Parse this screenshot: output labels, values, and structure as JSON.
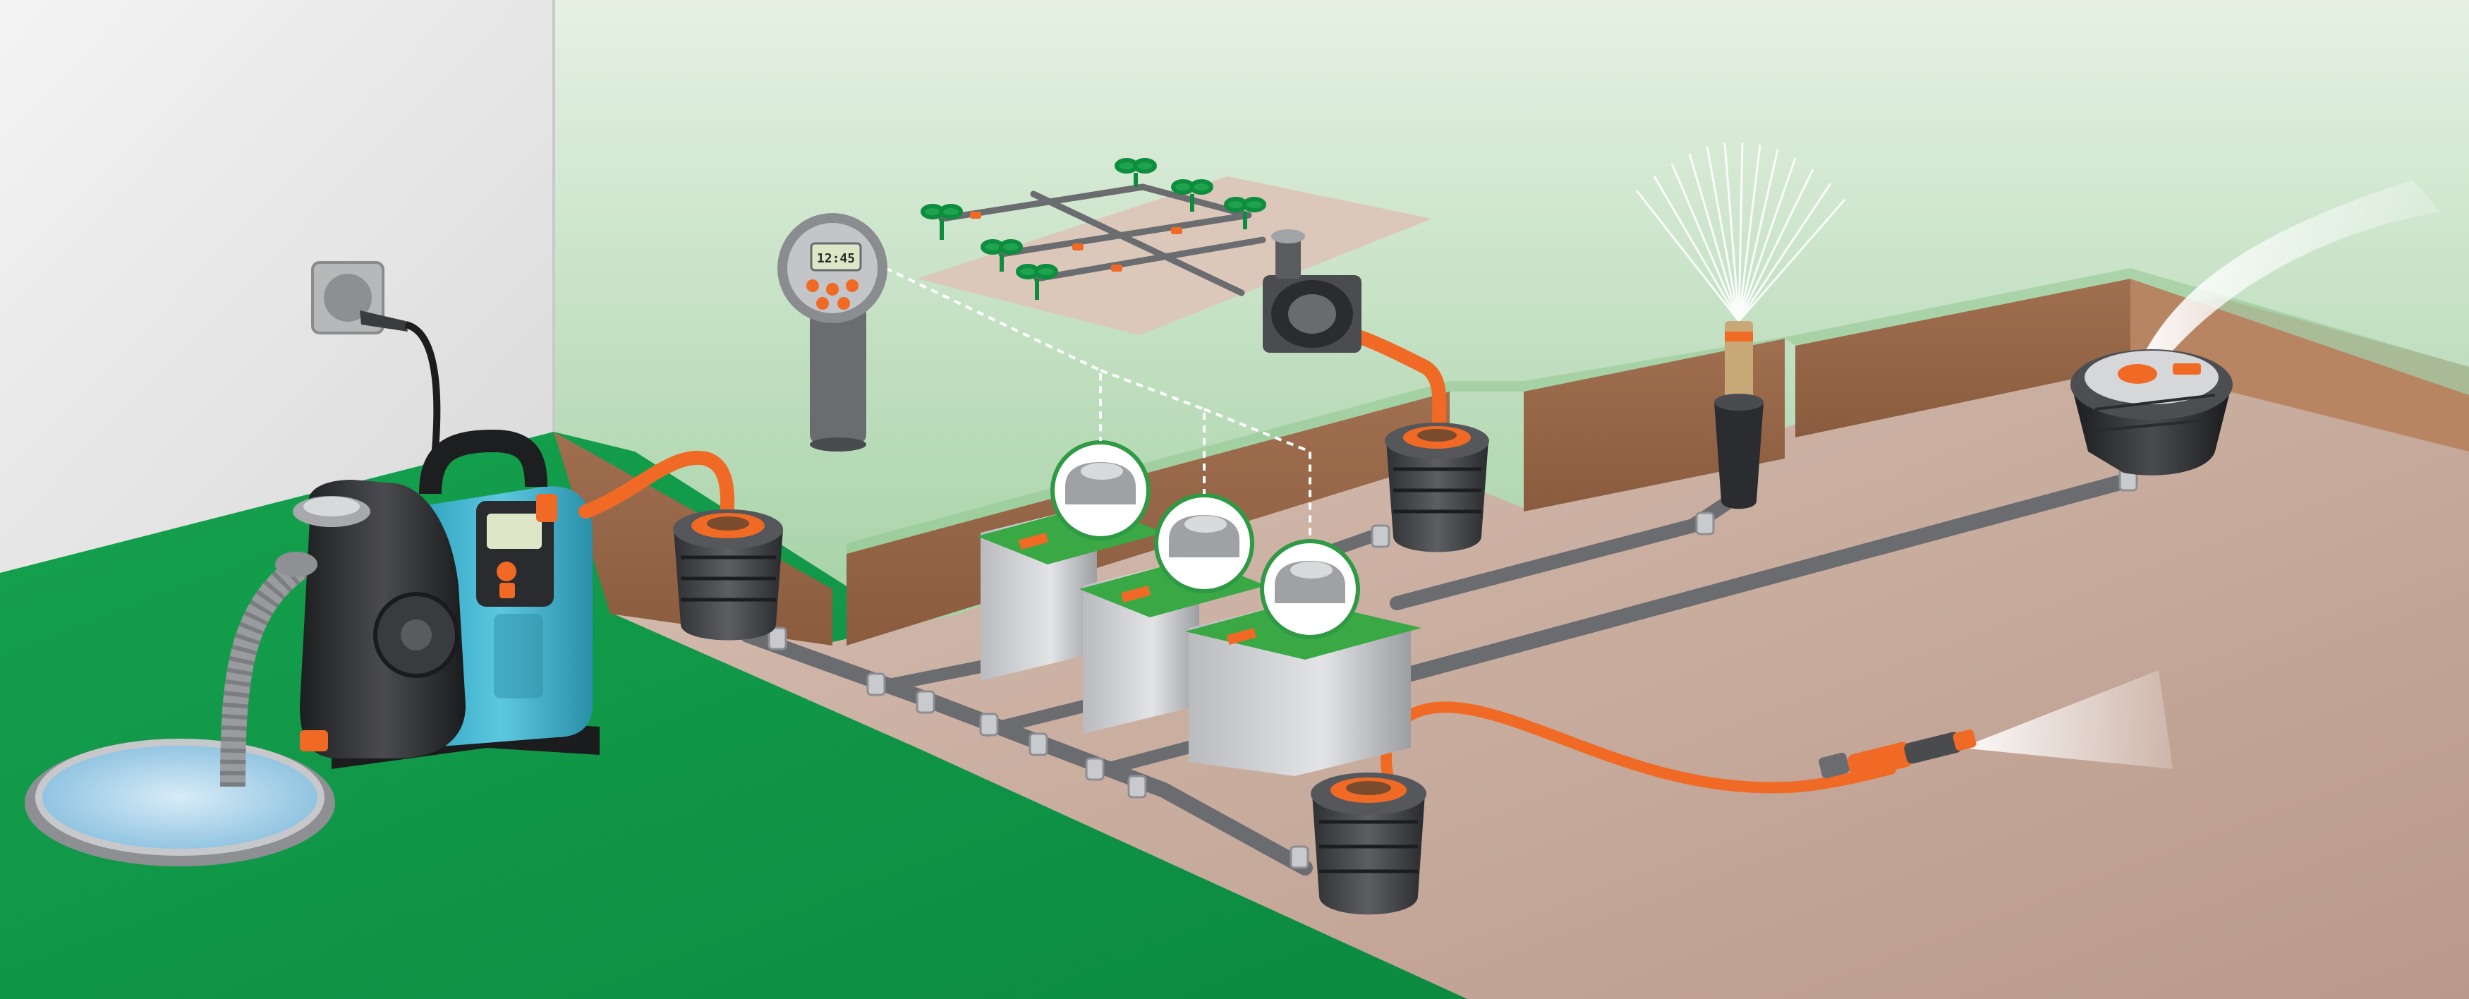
{
  "palette": {
    "lawn": "#0f9a4a",
    "sky_green": "#c9e3c8",
    "wall": "#e9e9e9",
    "soil": "#c8aea0",
    "earth_cut": "#9a6a4c",
    "hose_orange": "#f06a25",
    "pipe_grey": "#6f7073",
    "pump_blue": "#3db4cf",
    "valve_board": "#3aa845",
    "water": "#a9d3ea"
  },
  "controller_display": "12:45",
  "pump_display": "",
  "components": [
    "wall-socket",
    "garden-pump",
    "well",
    "water-connection-box",
    "valve-box",
    "irrigation-controller",
    "micro-drip-system",
    "pop-up-sprinkler",
    "rotor-sprinkler",
    "hose-spray-nozzle"
  ]
}
